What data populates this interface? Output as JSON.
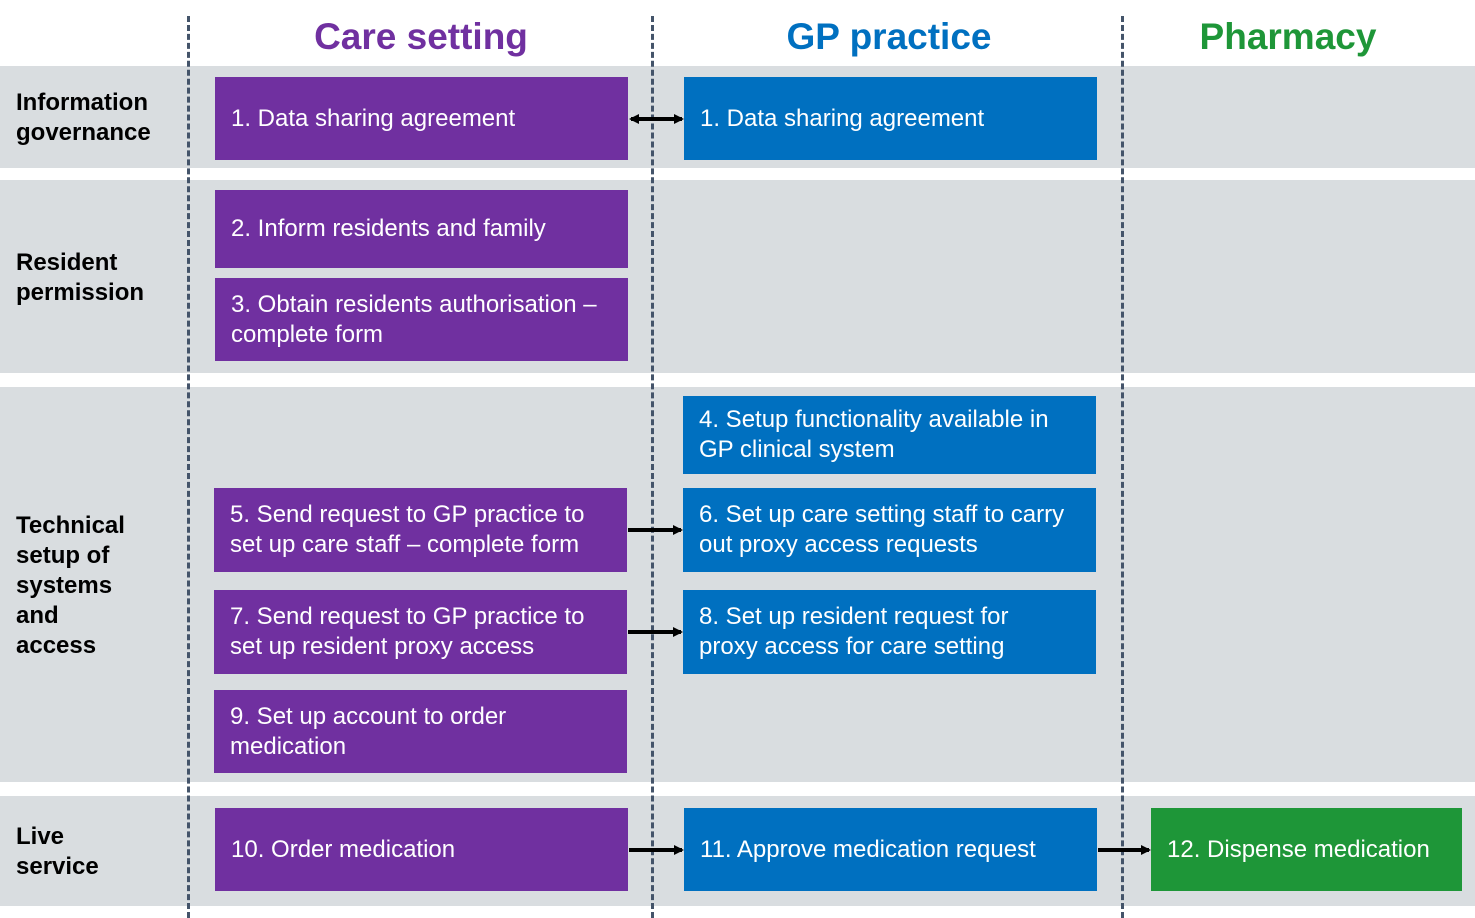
{
  "columns": {
    "care": {
      "label": "Care setting",
      "color": "#7030a0"
    },
    "gp": {
      "label": "GP practice",
      "color": "#0070c0"
    },
    "pharmacy": {
      "label": "Pharmacy",
      "color": "#1e9638"
    }
  },
  "rows": {
    "information_governance": "Information\ngovernance",
    "resident_permission": "Resident\npermission",
    "technical_setup": "Technical\nsetup of\nsystems\nand\naccess",
    "live_service": "Live\nservice"
  },
  "steps": {
    "s1_care": "1. Data sharing agreement",
    "s1_gp": "1. Data sharing agreement",
    "s2": "2. Inform residents and family",
    "s3": "3. Obtain residents authorisation –\n    complete form",
    "s4": "4. Setup functionality available in\n    GP clinical system",
    "s5": "5. Send request to GP practice to\n    set up care staff – complete form",
    "s6": "6. Set up care setting staff to carry\n    out proxy access requests",
    "s7": "7. Send request to GP practice to\n    set up resident proxy access",
    "s8": "8. Set up resident request for\n    proxy access for care setting",
    "s9": "9. Set up account to order\n    medication",
    "s10": "10. Order medication",
    "s11": "11. Approve medication request",
    "s12": "12. Dispense medication"
  },
  "colors": {
    "band": "#d9dde0",
    "divider": "#44546a",
    "arrow": "#000000"
  }
}
